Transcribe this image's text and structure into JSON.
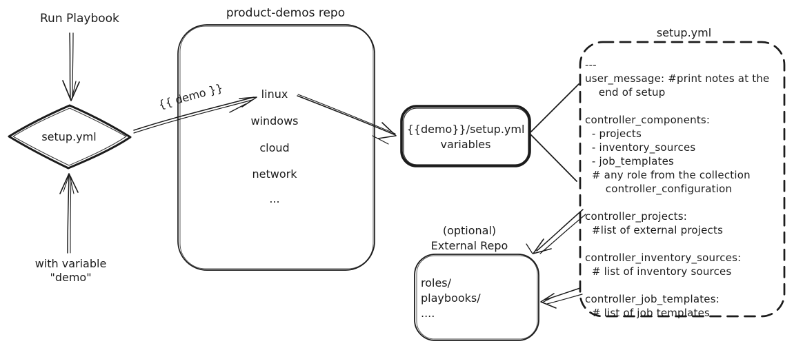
{
  "colors": {
    "ink": "#1b1b1b",
    "background": "#ffffff"
  },
  "flow": {
    "run_playbook_label": "Run Playbook",
    "with_variable_label": "with variable\n\"demo\"",
    "decision_label": "setup.yml",
    "demo_arrow_label": "{{ demo }}"
  },
  "product_demos_repo": {
    "title": "product-demos repo",
    "items": [
      "linux",
      "windows",
      "cloud",
      "network",
      "..."
    ]
  },
  "variables_box": {
    "title": "{{demo}}/setup.yml\nvariables"
  },
  "setup_yml_file": {
    "title": "setup.yml",
    "content": "---\nuser_message: #print notes at the\n    end of setup\n\ncontroller_components:\n  - projects\n  - inventory_sources\n  - job_templates\n  # any role from the collection\n      controller_configuration\n\ncontroller_projects:\n  #list of external projects\n\ncontroller_inventory_sources:\n  # list of inventory sources\n\ncontroller_job_templates:\n  # list of job templates"
  },
  "external_repo": {
    "label": "(optional)\nExternal Repo",
    "content": "roles/\nplaybooks/\n...."
  }
}
